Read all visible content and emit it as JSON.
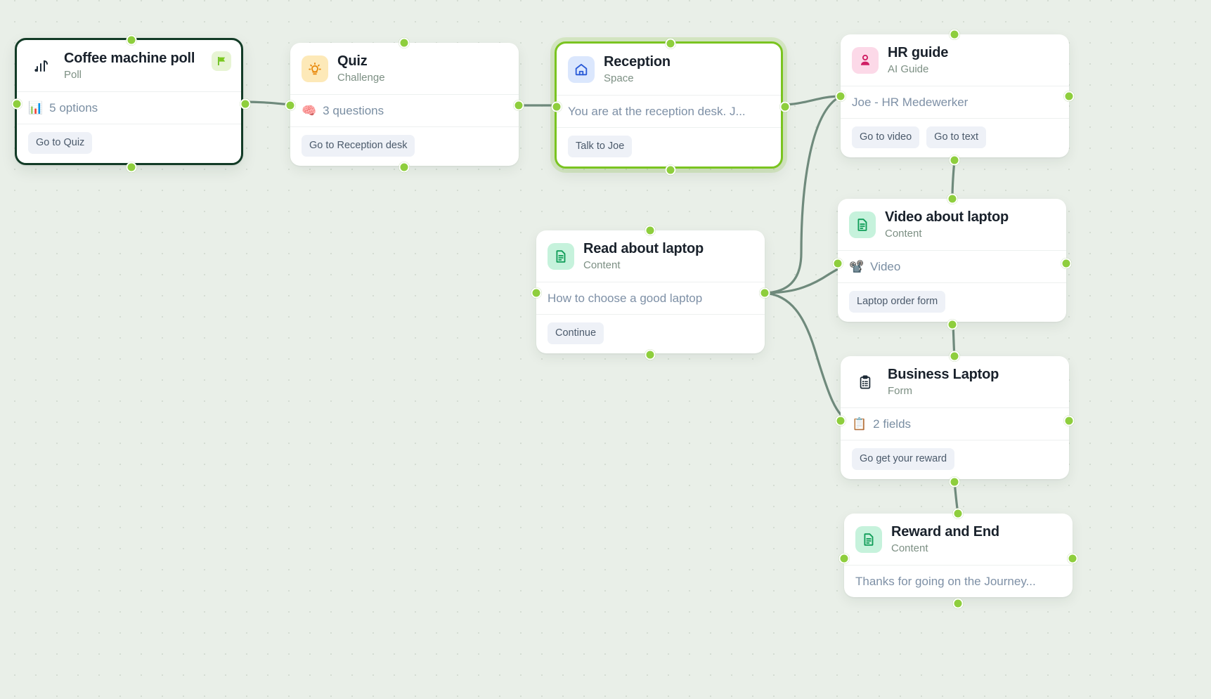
{
  "canvas": {
    "background_color": "#e9efe8",
    "dot_color": "#d2dbd1",
    "edge_color": "#6f8a7c",
    "handle_color": "#8ece3d",
    "selected_border_color": "#123b26",
    "active_border_color": "#7ac420"
  },
  "nodes": [
    {
      "id": "coffee-machine-poll",
      "title": "Coffee machine poll",
      "subtitle": "Poll",
      "icon": "bar-chart-icon",
      "icon_bg": "transparent",
      "badge": "start-flag-icon",
      "state": "selected",
      "detail": {
        "emoji": "bar-chart-emoji",
        "text": "5 options"
      },
      "actions": [
        "Go to Quiz"
      ]
    },
    {
      "id": "quiz",
      "title": "Quiz",
      "subtitle": "Challenge",
      "icon": "lightbulb-icon",
      "icon_bg": "#fde9b8",
      "state": "normal",
      "detail": {
        "emoji": "brain-emoji",
        "text": "3 questions"
      },
      "actions": [
        "Go to Reception desk"
      ]
    },
    {
      "id": "reception",
      "title": "Reception",
      "subtitle": "Space",
      "icon": "home-icon",
      "icon_bg": "#dbe7fd",
      "state": "active",
      "detail": {
        "emoji": "",
        "text": "You are at the reception desk. J..."
      },
      "actions": [
        "Talk to Joe"
      ]
    },
    {
      "id": "hr-guide",
      "title": "HR guide",
      "subtitle": "AI Guide",
      "icon": "person-icon",
      "icon_bg": "#fcd9e8",
      "state": "normal",
      "detail": {
        "emoji": "",
        "text": "Joe - HR Medewerker"
      },
      "actions": [
        "Go to video",
        "Go to text"
      ]
    },
    {
      "id": "read-about-laptop",
      "title": "Read about laptop",
      "subtitle": "Content",
      "icon": "document-icon",
      "icon_bg": "#c6f2dc",
      "state": "normal",
      "detail": {
        "emoji": "",
        "text": "How to choose a good laptop"
      },
      "actions": [
        "Continue"
      ]
    },
    {
      "id": "video-about-laptop",
      "title": "Video about laptop",
      "subtitle": "Content",
      "icon": "document-icon",
      "icon_bg": "#c6f2dc",
      "state": "normal",
      "detail": {
        "emoji": "projector-emoji",
        "text": "Video"
      },
      "actions": [
        "Laptop order form"
      ]
    },
    {
      "id": "business-laptop",
      "title": "Business Laptop",
      "subtitle": "Form",
      "icon": "clipboard-icon",
      "icon_bg": "transparent",
      "state": "normal",
      "detail": {
        "emoji": "clipboard-emoji",
        "text": "2 fields"
      },
      "actions": [
        "Go get your reward"
      ]
    },
    {
      "id": "reward-and-end",
      "title": "Reward and End",
      "subtitle": "Content",
      "icon": "document-icon",
      "icon_bg": "#c6f2dc",
      "state": "normal",
      "detail": {
        "emoji": "",
        "text": "Thanks for going on the Journey..."
      },
      "actions": []
    }
  ]
}
